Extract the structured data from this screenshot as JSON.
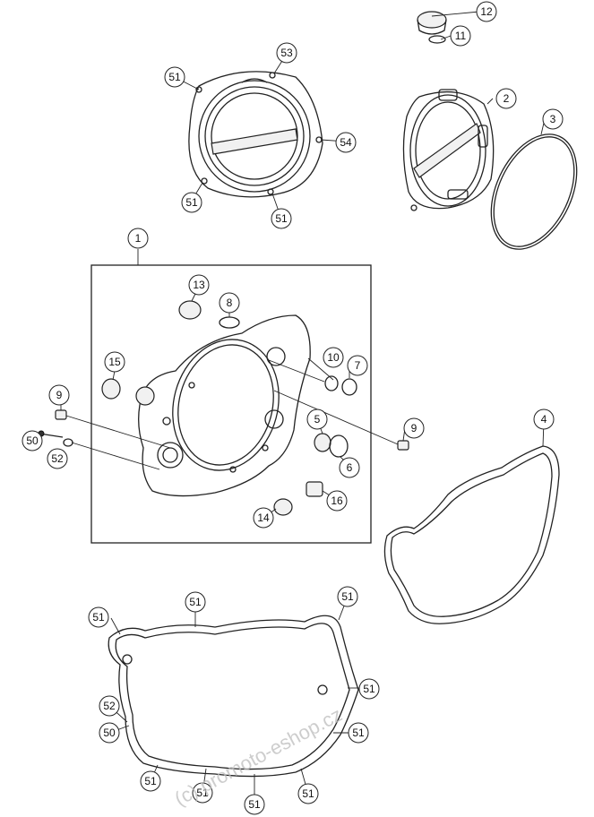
{
  "diagram": {
    "callouts": {
      "c1": "1",
      "c2": "2",
      "c3": "3",
      "c4": "4",
      "c5": "5",
      "c6": "6",
      "c7": "7",
      "c8": "8",
      "c9a": "9",
      "c9b": "9",
      "c10": "10",
      "c11": "11",
      "c12": "12",
      "c13": "13",
      "c14": "14",
      "c15": "15",
      "c16": "16",
      "c50a": "50",
      "c50b": "50",
      "c51a": "51",
      "c51b": "51",
      "c51c": "51",
      "c51d": "51",
      "c51e": "51",
      "c51f": "51",
      "c51g": "51",
      "c51h": "51",
      "c51i": "51",
      "c51j": "51",
      "c51k": "51",
      "c51l": "51",
      "c52a": "52",
      "c52b": "52",
      "c53": "53",
      "c54": "54"
    },
    "watermark": "(c) promoto-eshop.cz"
  }
}
